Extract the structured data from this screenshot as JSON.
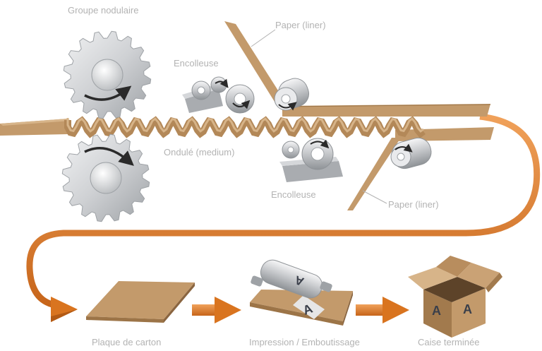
{
  "labels": {
    "groupe_nodulaire": "Groupe nodulaire",
    "encolleuse_top": "Encolleuse",
    "paper_liner_top": "Paper (liner)",
    "ondule_medium": "Ondulé (medium)",
    "encolleuse_bottom": "Encolleuse",
    "paper_liner_bottom": "Paper (liner)",
    "plaque_carton": "Plaque de carton",
    "impression": "Impression / Emboutissage",
    "caisse": "Caise terminée"
  },
  "glyphs": {
    "letter": "A"
  },
  "colors": {
    "cardboard": "#c39a6b",
    "cardboard_dark": "#9c7447",
    "flow_orange": "#d9741f",
    "gear": "#cfd1d4",
    "label": "#b3b3b3"
  }
}
